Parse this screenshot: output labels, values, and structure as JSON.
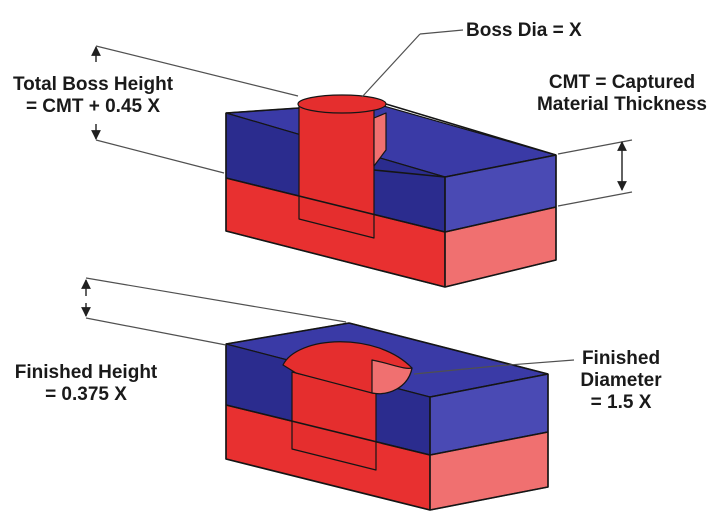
{
  "colors": {
    "blue_top": "#3a3aa6",
    "blue_front": "#2b2c8e",
    "blue_side": "#4a4ab4",
    "red_front": "#e83030",
    "red_side": "#f07070",
    "boss": "#e52e2e",
    "outline": "#151515",
    "leader": "#505050"
  },
  "labels": {
    "boss_dia": "Boss Dia = X",
    "total_boss_height": [
      "Total Boss Height",
      "= CMT + 0.45 X"
    ],
    "cmt": [
      "CMT = Captured",
      "Material Thickness"
    ],
    "finished_height": [
      "Finished Height",
      "= 0.375 X"
    ],
    "finished_diameter": [
      "Finished",
      "Diameter",
      "= 1.5 X"
    ]
  }
}
